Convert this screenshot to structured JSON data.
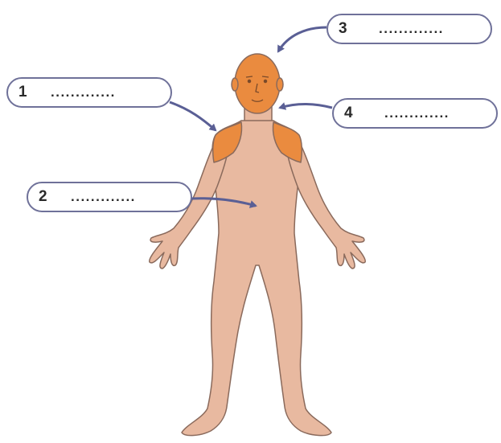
{
  "labels": [
    {
      "number": "1",
      "blank": "............."
    },
    {
      "number": "2",
      "blank": "............."
    },
    {
      "number": "3",
      "blank": "............."
    },
    {
      "number": "4",
      "blank": "............."
    }
  ],
  "colors": {
    "skin": "#e8b9a0",
    "skin_outline": "#8a6a5c",
    "highlight": "#ea8b3f",
    "arrow": "#5a5f95",
    "box_border": "#6f7199"
  }
}
